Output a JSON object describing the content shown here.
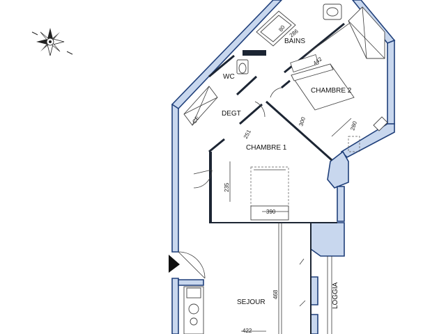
{
  "rooms": {
    "bains": "BAINS",
    "wc": "WC",
    "chambre2": "CHAMBRE 2",
    "degt": "DEGT",
    "chambre1": "CHAMBRE 1",
    "sejour": "SEJOUR",
    "loggia": "LOGGIA",
    "ce": "CE"
  },
  "dimensions": {
    "bath_width": "286",
    "bath_small": "80",
    "ch2_width": "442",
    "ch2_diag": "300",
    "ch2_depth": "280",
    "ch1_diag": "251",
    "ch1_height": "235",
    "ch1_width": "390",
    "sejour_height": "468",
    "sejour_width": "422"
  },
  "colors": {
    "wall_fill": "#c8d7ee",
    "wall_stroke": "#1f3f7a"
  }
}
